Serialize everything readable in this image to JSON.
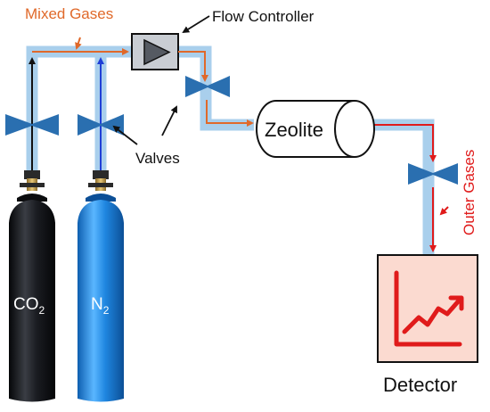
{
  "labels": {
    "mixed_gases": "Mixed Gases",
    "flow_controller": "Flow Controller",
    "valves": "Valves",
    "zeolite": "Zeolite",
    "outer_gases": "Outer Gases",
    "detector": "Detector",
    "co2_main": "CO",
    "co2_sub": "2",
    "n2_main": "N",
    "n2_sub": "2"
  },
  "icons": {
    "valve": "valve-icon",
    "flow_controller": "flow-controller-icon",
    "detector": "chart-trend-up-icon",
    "cylinder": "gas-cylinder-icon"
  },
  "colors": {
    "pipe": "#a9cfec",
    "valve": "#2a6fb0",
    "orange_flow": "#e0692a",
    "red_flow": "#e01b1b",
    "blue_flow": "#1f3fd6",
    "black_flow": "#111111",
    "detector_bg": "#fbdad0",
    "co2_cylinder": "#16181c",
    "n2_cylinder": "#1f86e0"
  }
}
